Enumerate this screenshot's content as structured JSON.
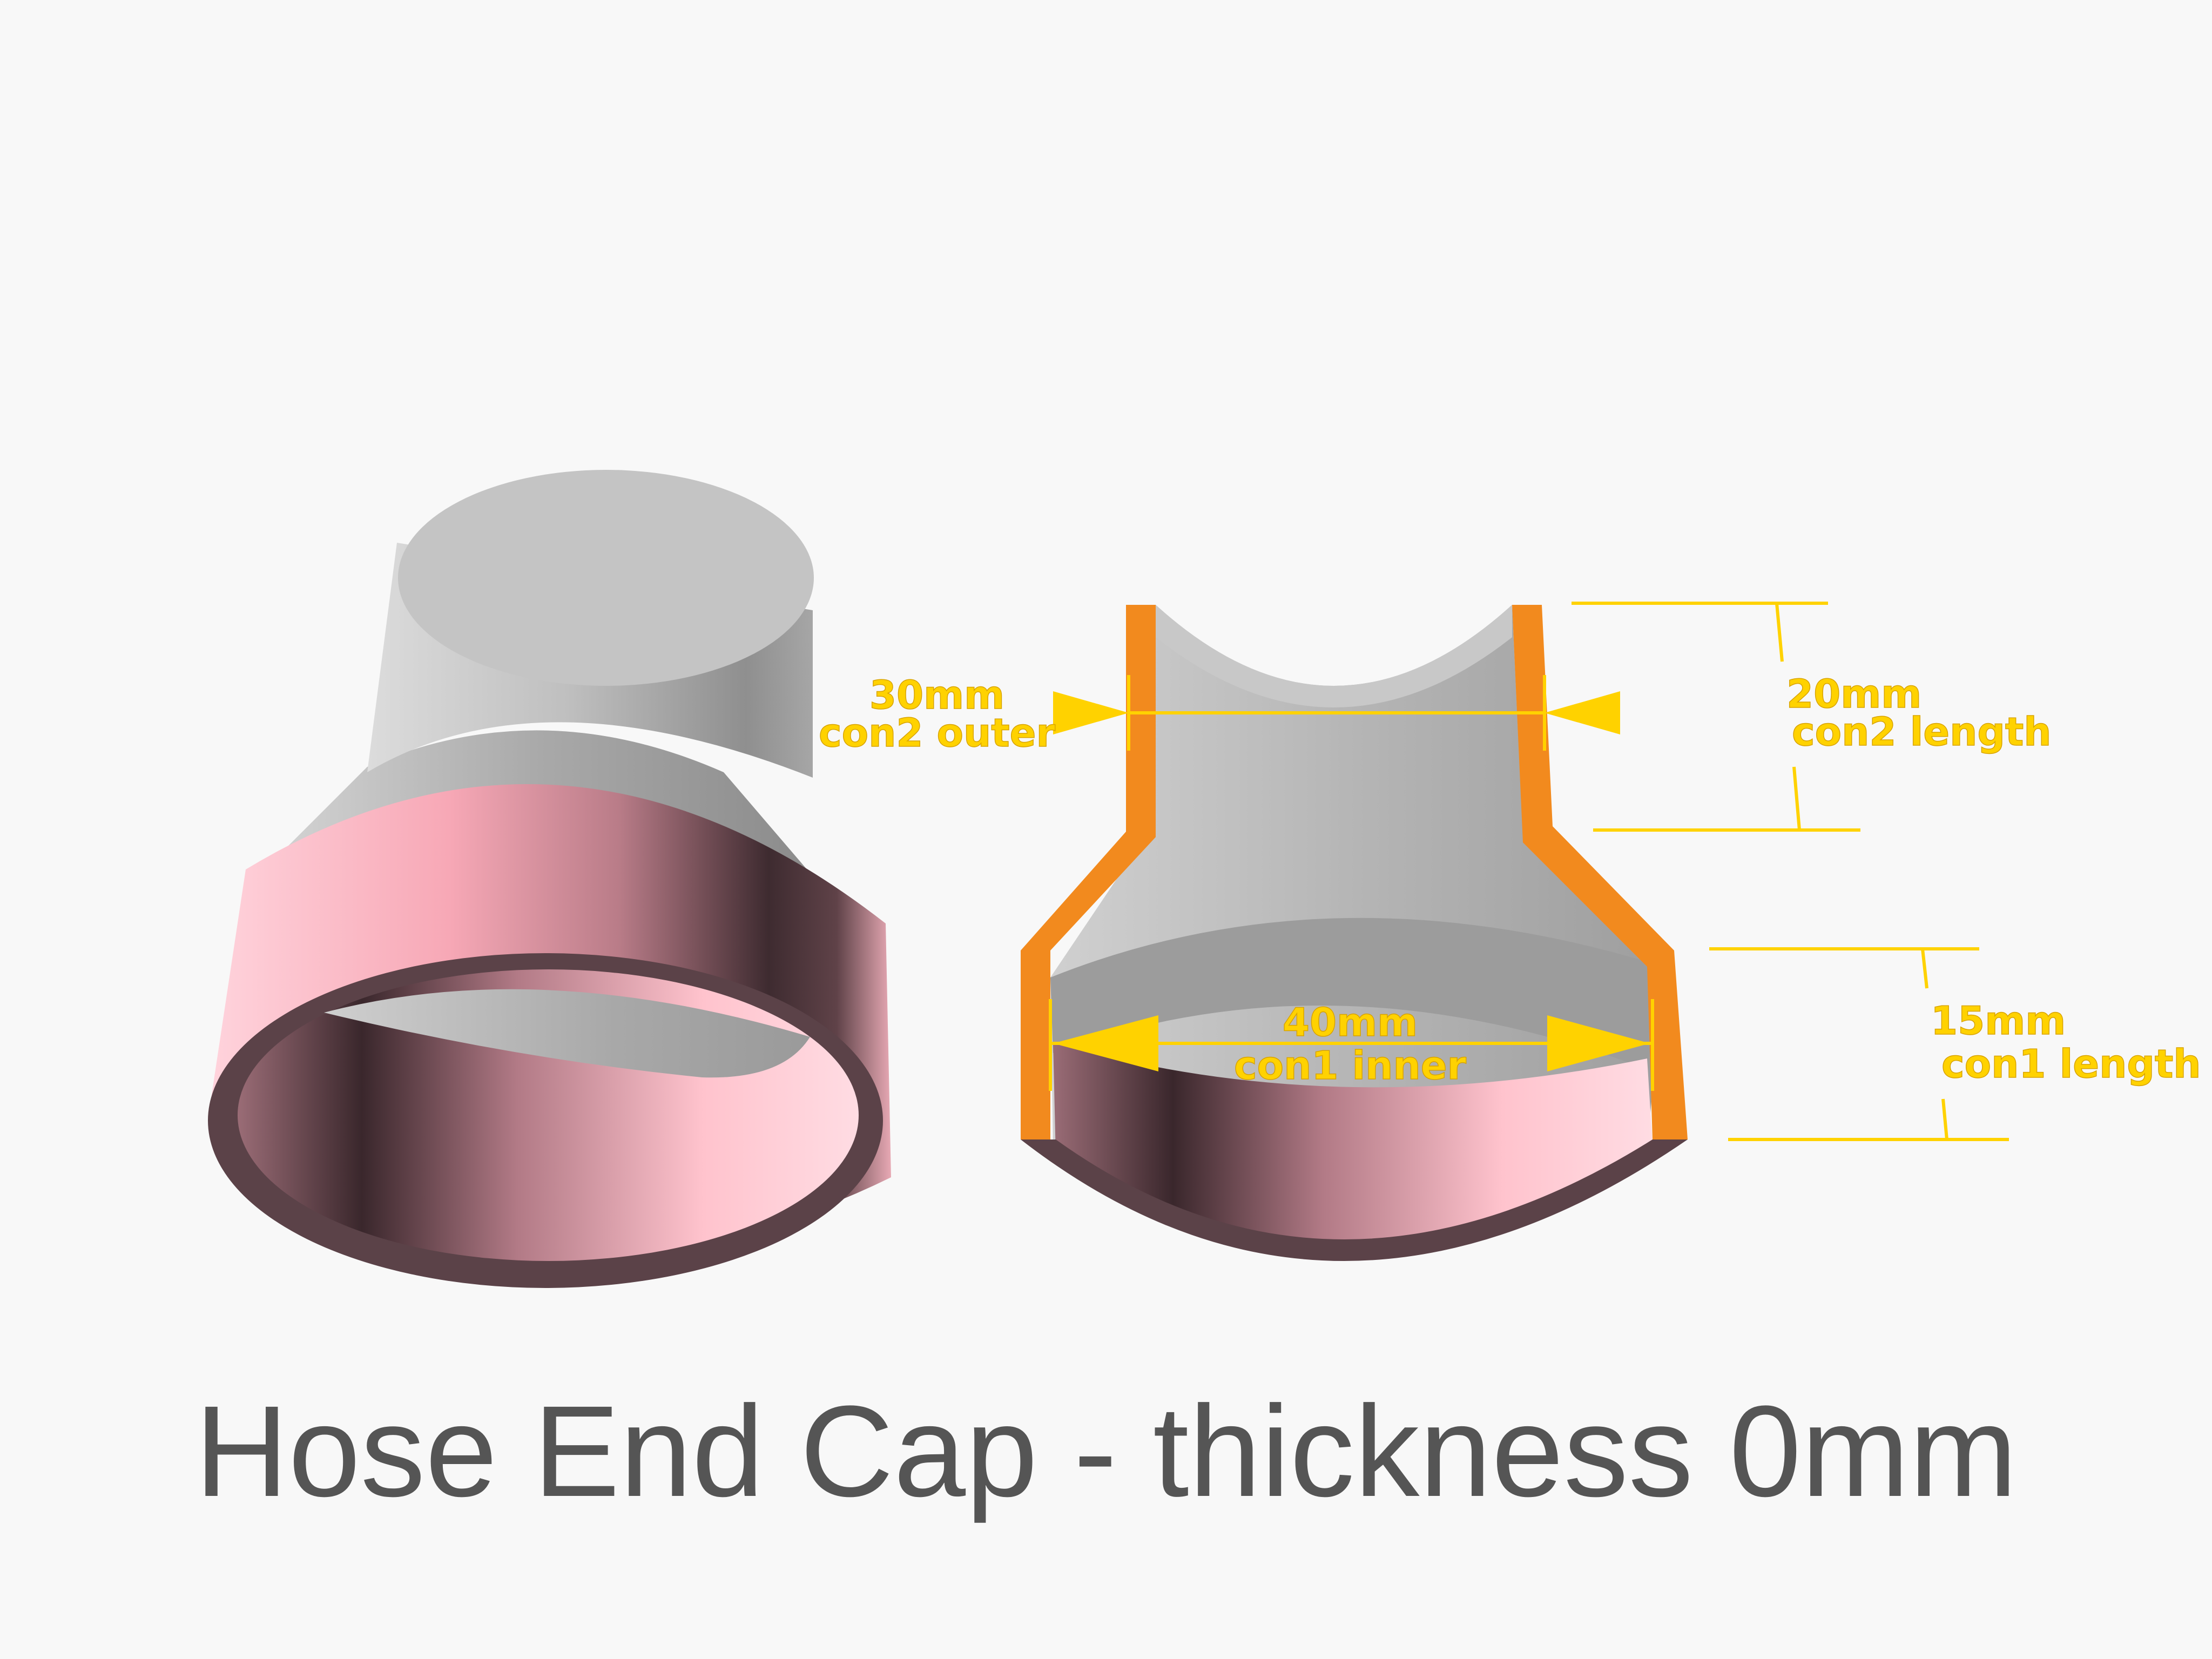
{
  "title": "Hose End Cap - thickness 0mm",
  "dimensions": {
    "con2_outer": {
      "value": "30mm",
      "label": "con2 outer"
    },
    "con2_length": {
      "value": "20mm",
      "label": "con2 length"
    },
    "con1_inner": {
      "value": "40mm",
      "label": "con1 inner"
    },
    "con1_length": {
      "value": "15mm",
      "label": "con1 length"
    }
  },
  "colors": {
    "background": "#f8f8f8",
    "body_gray": "#bdbdbd",
    "collar_pink": "#ffb6c1",
    "cut_section": "#f28a1e",
    "dimension": "#ffd200",
    "title": "#555555"
  }
}
